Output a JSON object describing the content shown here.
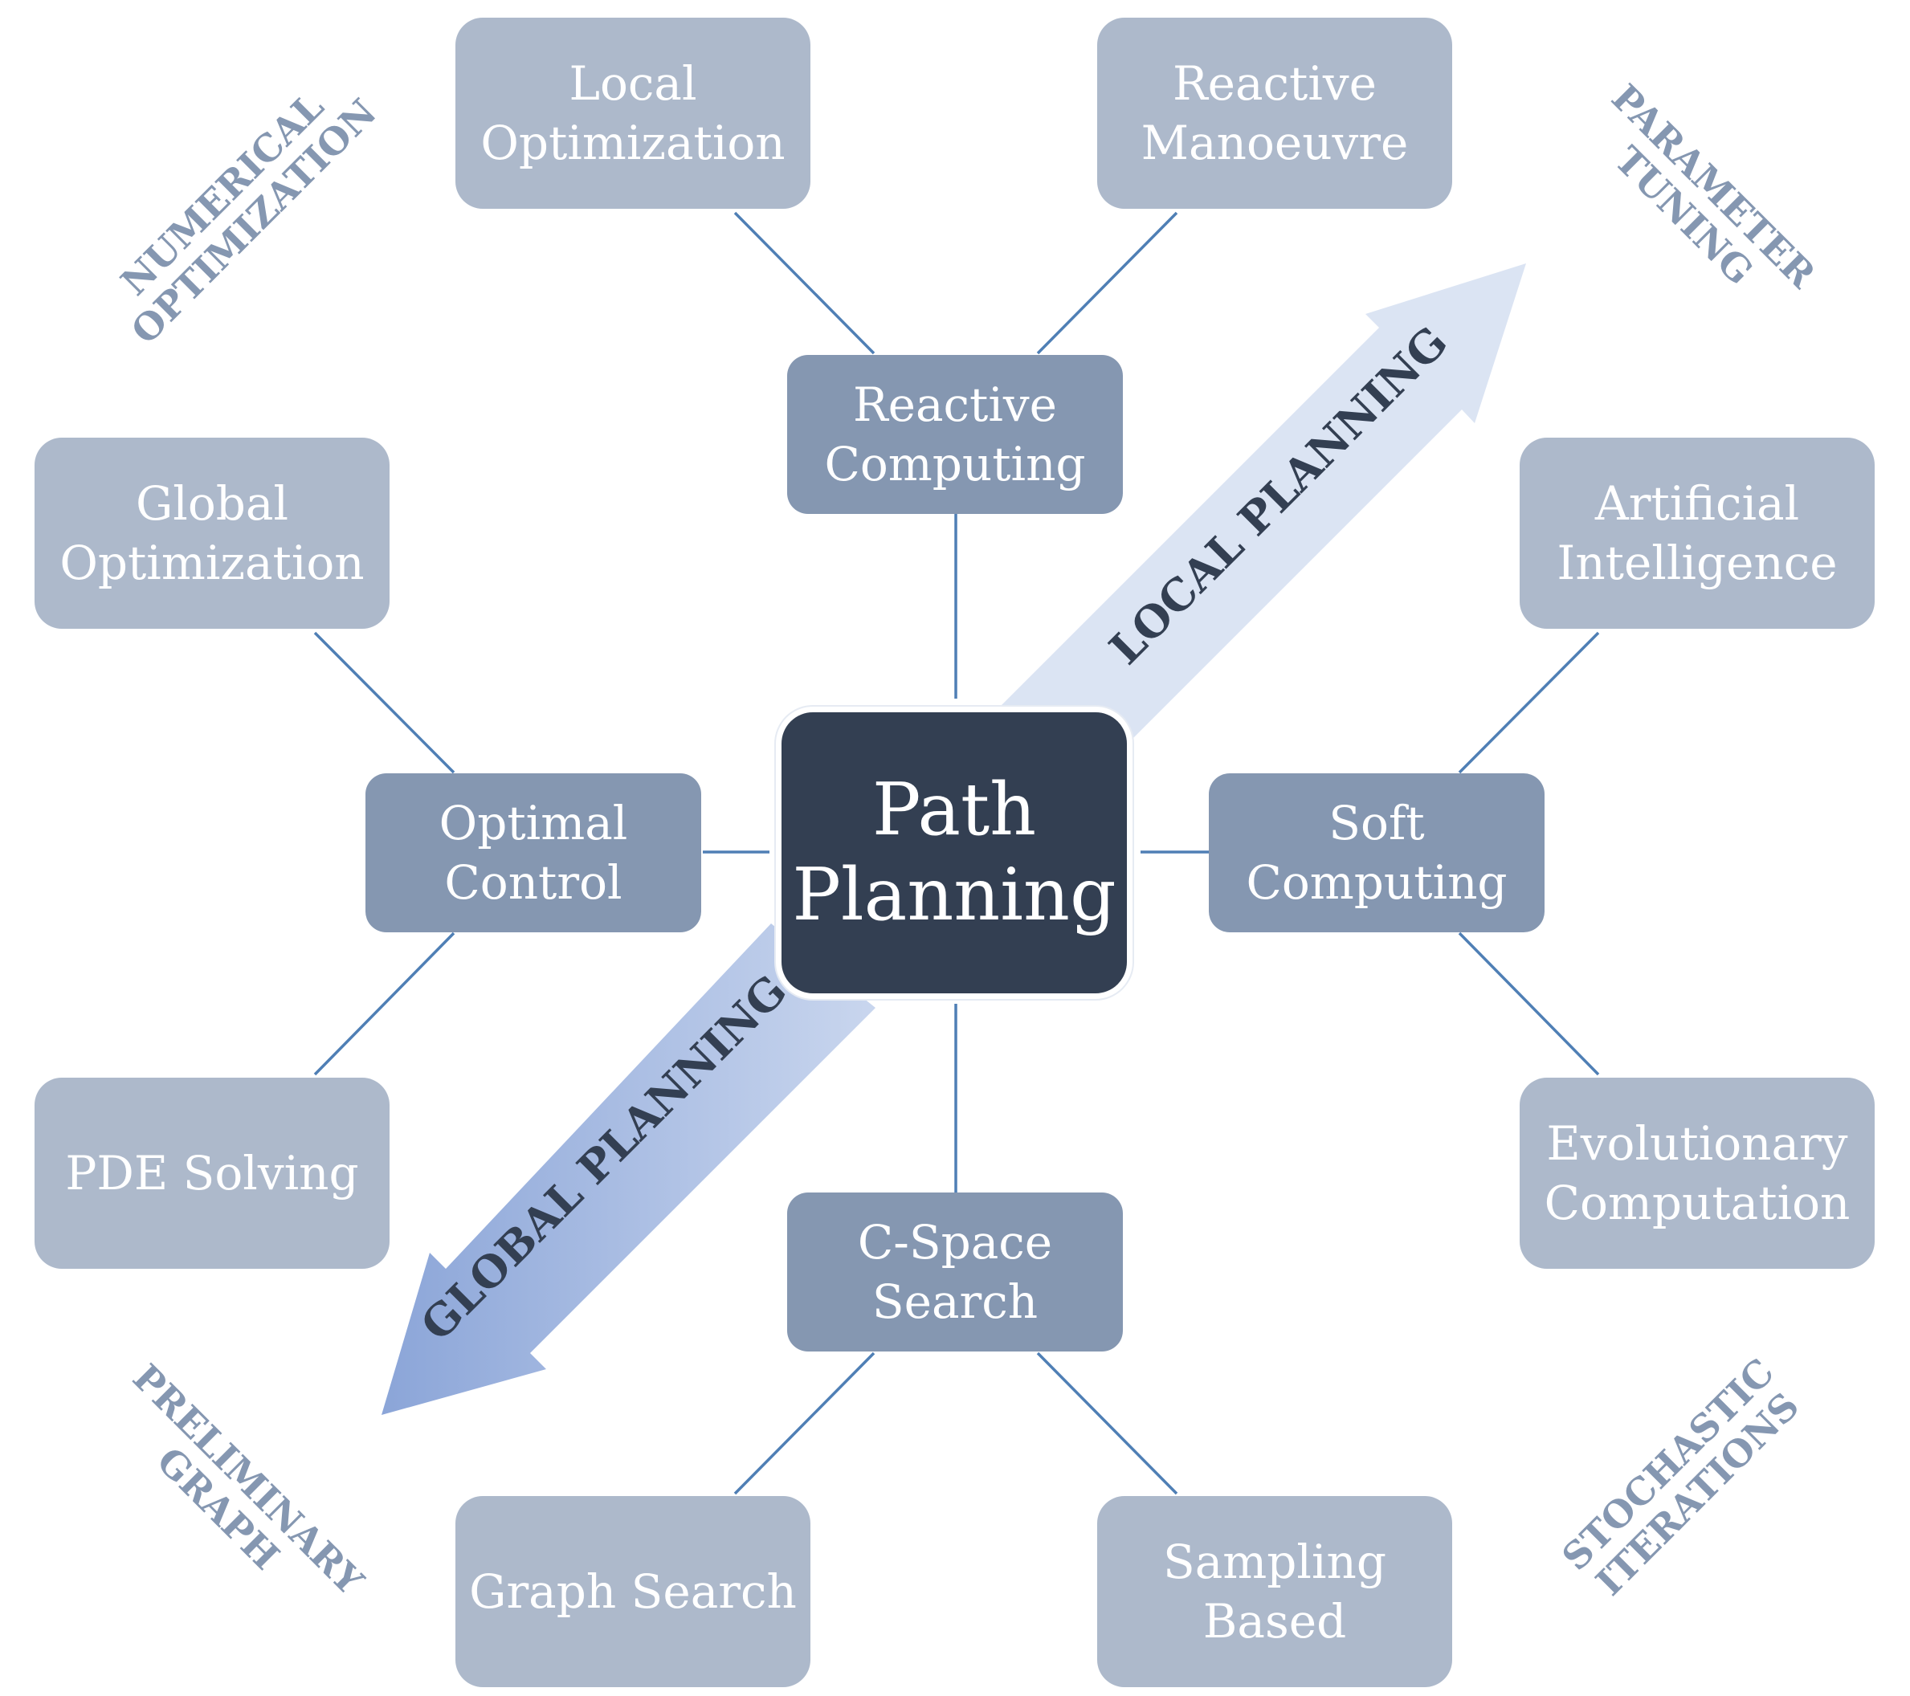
{
  "center": {
    "label": "Path\nPlanning"
  },
  "middle_nodes": [
    {
      "id": "reactive-computing",
      "label": "Reactive\nComputing"
    },
    {
      "id": "optimal-control",
      "label": "Optimal\nControl"
    },
    {
      "id": "soft-computing",
      "label": "Soft\nComputing"
    },
    {
      "id": "c-space-search",
      "label": "C-Space\nSearch"
    }
  ],
  "outer_nodes": [
    {
      "id": "local-optimization",
      "label": "Local\nOptimization"
    },
    {
      "id": "reactive-manoeuvre",
      "label": "Reactive\nManoeuvre"
    },
    {
      "id": "global-optimization",
      "label": "Global\nOptimization"
    },
    {
      "id": "pde-solving",
      "label": "PDE Solving"
    },
    {
      "id": "artificial-intelligence",
      "label": "Artificial\nIntelligence"
    },
    {
      "id": "evolutionary-computation",
      "label": "Evolutionary\nComputation"
    },
    {
      "id": "graph-search",
      "label": "Graph Search"
    },
    {
      "id": "sampling-based",
      "label": "Sampling\nBased"
    }
  ],
  "arrows": {
    "local_planning": "LOCAL PLANNING",
    "global_planning": "GLOBAL PLANNING"
  },
  "corner_labels": {
    "numerical_optimization": "NUMERICAL\nOPTIMIZATION",
    "parameter_tuning": "PARAMETER\nTUNING",
    "preliminary_graph": "PRELIMINARY\nGRAPH",
    "stochastic_iterations": "STOCHASTIC\nITERATIONS"
  },
  "colors": {
    "center_fill": "#333f52",
    "middle_fill": "#8597b1",
    "outer_fill": "#adb9cb",
    "connector": "#4f7fb5",
    "corner_text": "#8597b1",
    "arrow_text": "#333f52",
    "local_arrow_fill": "#dbe4f3",
    "global_arrow_fill_start": "#8ba5d8",
    "global_arrow_fill_end": "#c9d6ee"
  }
}
